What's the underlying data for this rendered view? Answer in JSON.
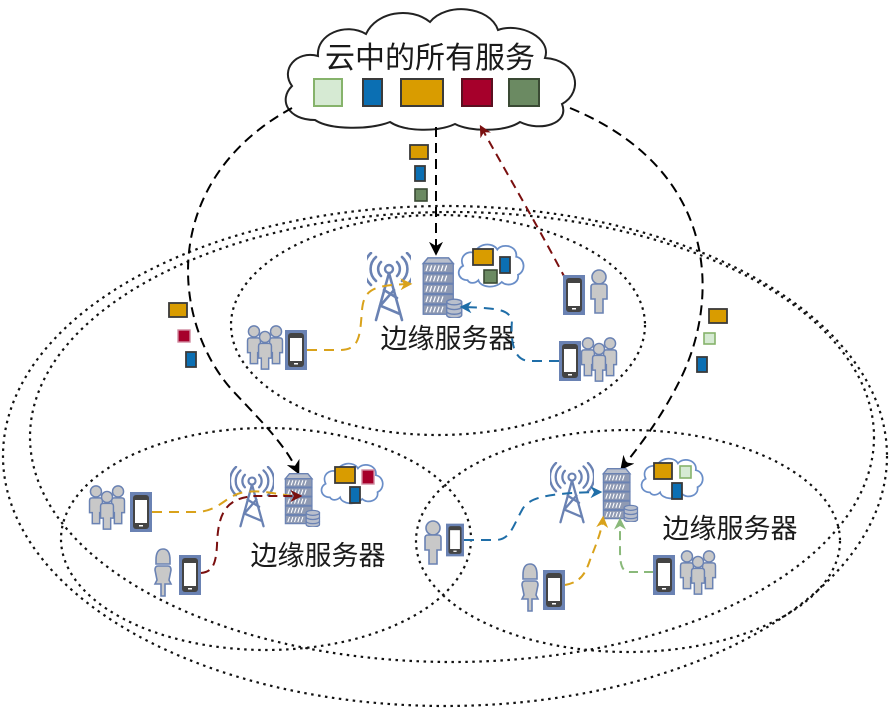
{
  "cloud": {
    "title": "云中的所有服务",
    "services": [
      {
        "name": "service-light-green",
        "color": "#d6ead3",
        "border": "#86b36b"
      },
      {
        "name": "service-blue",
        "color": "#0b6fb3",
        "border": "#3a3a3a"
      },
      {
        "name": "service-orange",
        "color": "#d99c00",
        "border": "#3a3a3a"
      },
      {
        "name": "service-red",
        "color": "#a6002b",
        "border": "#5a1020"
      },
      {
        "name": "service-dark-green",
        "color": "#6b8a62",
        "border": "#3a4a34"
      }
    ]
  },
  "edge_servers": [
    {
      "id": "top",
      "label": "边缘服务器",
      "cached_services": [
        "service-orange",
        "service-blue",
        "service-dark-green"
      ]
    },
    {
      "id": "bottom-left",
      "label": "边缘服务器",
      "cached_services": [
        "service-orange",
        "service-red",
        "service-blue"
      ]
    },
    {
      "id": "bottom-right",
      "label": "边缘服务器",
      "cached_services": [
        "service-orange",
        "service-light-green",
        "service-blue"
      ]
    }
  ],
  "transfers": {
    "to_top": [
      "service-orange",
      "service-blue",
      "service-dark-green"
    ],
    "to_bottom_left": [
      "service-orange",
      "service-red",
      "service-blue"
    ],
    "to_bottom_right": [
      "service-orange",
      "service-light-green",
      "service-blue"
    ]
  },
  "colors": {
    "icon_fill": "#c8c8c8",
    "icon_stroke": "#6a82b3",
    "tower": "#6a82b3",
    "server_fill": "#b9bfcc",
    "phone_bg": "#6a82b3",
    "phone_body": "#444444",
    "link_orange": "#d9a21b",
    "link_blue": "#1f6ea8",
    "link_red": "#7a0f0f",
    "link_green": "#8ab97a",
    "backhaul": "#000000",
    "coverage": "#111111",
    "cloud_stroke": "#222222",
    "small_cloud_stroke": "#6a8ec8"
  }
}
